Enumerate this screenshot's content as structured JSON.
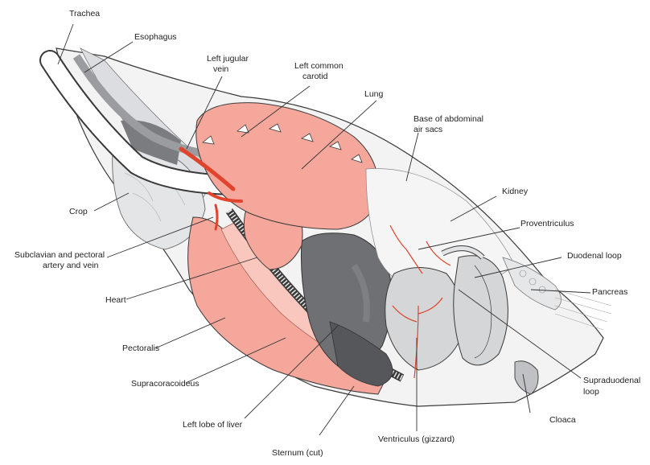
{
  "labels": {
    "trachea": "Trachea",
    "esophagus": "Esophagus",
    "left_jugular_vein": [
      "Left jugular",
      "vein"
    ],
    "left_common_carotid": [
      "Left common",
      "carotid"
    ],
    "lung": "Lung",
    "base_abdominal_air_sacs": [
      "Base of abdominal",
      "air sacs"
    ],
    "kidney": "Kidney",
    "proventriculus": "Proventriculus",
    "duodenal_loop": "Duodenal loop",
    "pancreas": "Pancreas",
    "supraduodenal_loop": [
      "Supraduodenal",
      "loop"
    ],
    "cloaca": "Cloaca",
    "ventriculus": "Ventriculus (gizzard)",
    "sternum": "Sternum (cut)",
    "left_lobe_liver": "Left lobe of liver",
    "supracoracoideus": "Supracoracoideus",
    "pectoralis": "Pectoralis",
    "heart": "Heart",
    "subclavian": [
      "Subclavian and pectoral",
      "artery and vein"
    ],
    "crop": "Crop"
  },
  "colors": {
    "muscle_pink": "#f4a79a",
    "muscle_pink_light": "#f9c7bd",
    "organ_grey_dark": "#6e7073",
    "organ_grey_mid": "#a3a6a9",
    "organ_grey_light": "#d4d6d8",
    "vessel_red": "#e0442c",
    "outline": "#3a3a3a"
  }
}
